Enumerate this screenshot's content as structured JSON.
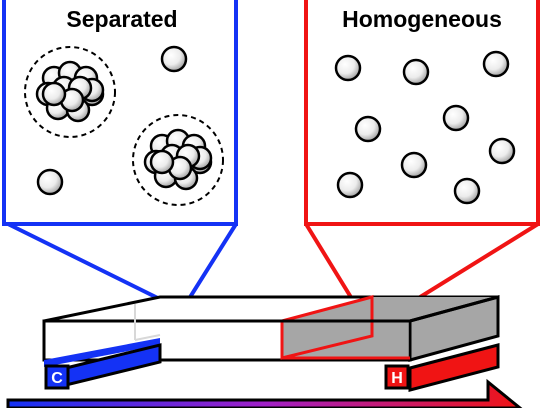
{
  "panels": {
    "left": {
      "title": "Separated",
      "color": "#1432f5"
    },
    "right": {
      "title": "Homogeneous",
      "color": "#f01414"
    }
  },
  "bar": {
    "cold_label": "C",
    "hot_label": "H",
    "cold_color": "#1432f5",
    "hot_color": "#f01414",
    "body_fill": "#a6a6a6"
  },
  "arrow": {
    "gradient_colors": [
      "#1432f5",
      "#a020c8",
      "#f01414"
    ]
  }
}
